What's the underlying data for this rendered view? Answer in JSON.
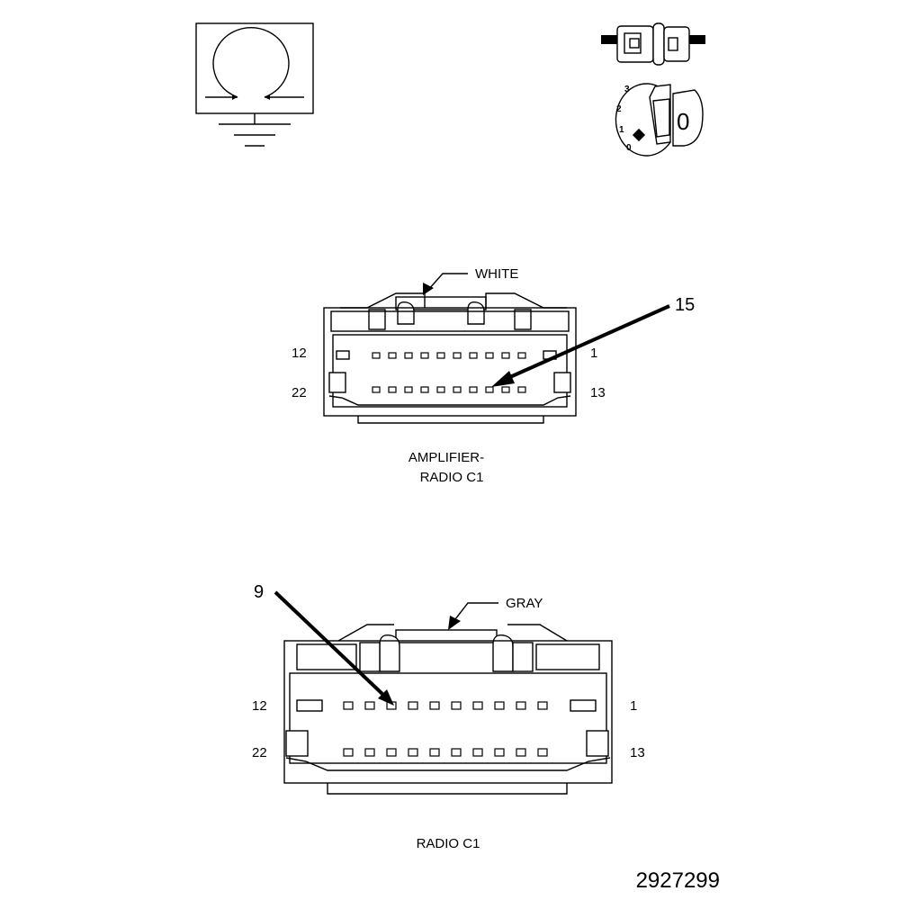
{
  "icons": {
    "ground_symbol": "ground-loop-icon",
    "connector_symbol": "inline-connector-icon",
    "ignition_symbol": "ignition-key-switch-icon",
    "ignition_positions": [
      "3",
      "2",
      "1",
      "0"
    ],
    "ignition_key_label": "0"
  },
  "connector_a": {
    "color_label": "WHITE",
    "callout": "15",
    "pin_left_top": "12",
    "pin_left_bottom": "22",
    "pin_right_top": "1",
    "pin_right_bottom": "13",
    "name_line1": "AMPLIFIER-",
    "name_line2": "RADIO C1"
  },
  "connector_b": {
    "color_label": "GRAY",
    "callout": "9",
    "pin_left_top": "12",
    "pin_left_bottom": "22",
    "pin_right_top": "1",
    "pin_right_bottom": "13",
    "name": "RADIO C1"
  },
  "figure_number": "2927299"
}
